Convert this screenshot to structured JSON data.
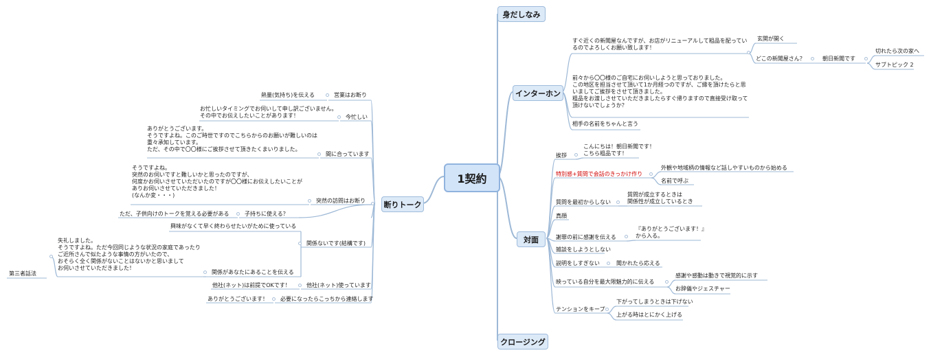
{
  "central": "1契約",
  "branches": {
    "midashinami": "身だしなみ",
    "interphone": "インターホン",
    "taimen": "対面",
    "closing": "クロージング",
    "kotowari": "断りトーク"
  },
  "interphone": {
    "script1": "すぐ近くの新聞屋なんですが、お店がリニューアルして粗品を配ってい\nるのでよろしくお願い致します！",
    "genkan": "玄関が開く",
    "doko": "どこの新聞屋さん？",
    "asahi": "朝日新聞です",
    "kiretara": "切れたら次の家へ",
    "subtopic": "サブトピック 2",
    "script2": "前々から〇〇様のご自宅にお伺いしようと思っておりました。\nこの地区を担当させて頂いて1か月経つのですが、ご縁を頂けたらと思\nいましてご挨拶をさせて頂きました。\n粗品をお渡しさせていただきましたらすぐ帰りますので直接受け取って\n頂けないでしょうか？",
    "name": "相手の名前をちゃんと言う"
  },
  "taimen": {
    "aisatsu": "挨拶",
    "aisatsu_detail": "こんにちは！朝日新聞です！\nこちら粗品です！",
    "tokubetsu": "特別感+質問で会話のきっかけ作り",
    "gaikan": "外観や地域柄の情報など話しやすいものから始める",
    "namae": "名前で呼ぶ",
    "shitsumon": "質問を最初からしない",
    "shitsumon_detail": "質問が成立するときは\n関係性が成立しているとき",
    "shingan": "真顔",
    "shazai": "謝罪の前に感謝を伝える",
    "shazai_detail": "『ありがとうございます！』\nから入る。",
    "zatsudan": "雑談をしようとしない",
    "setsumei": "説明をしすぎない",
    "kikaretara": "聞かれたら応える",
    "utsutte": "映っている自分を最大限魅力的に伝える",
    "kansha": "感謝や感動は動きで視覚的に示す",
    "ojigi": "お辞儀やジェスチャー",
    "tension": "テンションをキープ",
    "sagatte": "下がってしまうときは下げない",
    "agaru": "上がる時はとにかく上げる"
  },
  "kotowari": {
    "eigyou": "営業はお断り",
    "netsuryou": "熱量(気持ち)を伝える",
    "isogashii": "今忙しい",
    "isogashii_detail": "お忙しいタイミングでお伺いして申し訳ございません。\nその中でお伝えしたいことがあります！",
    "maniatte": "間に合っています",
    "maniatte_detail": "ありがとうございます。\nそうですよね。このご時世ですのでこちらからのお願いが難しいのは\n重々承知しています。\nただ、その中で〇〇様にご挨拶させて頂きたくまいりました。",
    "totsuzen": "突然の訪問はお断り",
    "totsuzen_detail": "そうですよね。\n突然のお伺いですと難しいかと思ったのですが、\n何度かお伺いさせていただいたのですが〇〇様にお伝えしたいことが\nありお伺いさせていただきました！\n(なんか変・・・)",
    "kodomo": "子持ちに使える？",
    "kodomo_detail": "ただ、子供向けのトークを覚える必要がある",
    "kankei": "関係ないです(結構です)",
    "kyoumi": "興味がなくて早く終わらせたいがために使っている",
    "kankei_anata": "関係があなたにあることを伝える",
    "kankei_detail": "失礼しました。\nそうですよね。ただ今回同じような状況の家庭であったり\nご近所さんで似たような事情の方がいたので、\nおそらく全く関係がないことはないかと思いまして\nお伺いさせていただきました！",
    "daisansha": "第三者話法",
    "tasha": "他社(ネット)使っています",
    "tasha_detail": "他社(ネット)は前提でOKです！",
    "hitsuyou": "必要になったらこっちから連絡します",
    "hitsuyou_detail": "ありがとうございます！"
  }
}
